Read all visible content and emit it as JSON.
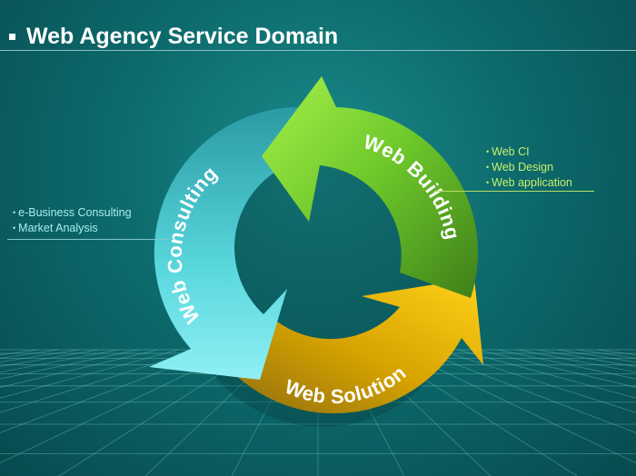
{
  "title": "Web Agency Service Domain",
  "segments": {
    "consulting": "Web Consulting",
    "building": "Web Building",
    "solution": "Web Solution"
  },
  "callouts": {
    "consulting": [
      "e-Business Consulting",
      "Market Analysis"
    ],
    "building": [
      "Web CI",
      "Web Design",
      "Web application"
    ]
  },
  "colors": {
    "consulting": "#4fd6dc",
    "building": "#7fd82e",
    "solution": "#f2b400",
    "background": "#0d6a6c"
  }
}
